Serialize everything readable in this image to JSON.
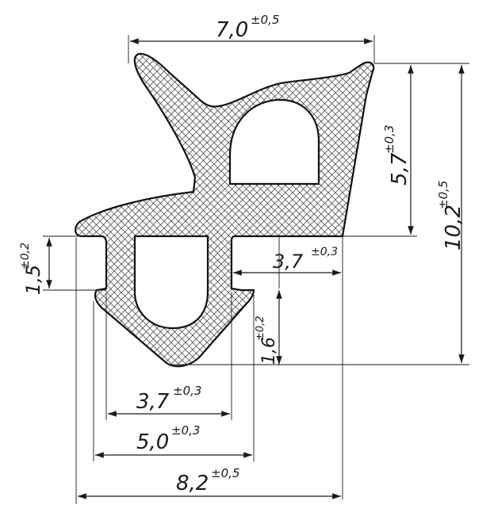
{
  "drawing": {
    "dims": {
      "width_top": {
        "value": "7,0",
        "tol": "±0,5"
      },
      "height_total": {
        "value": "10,2",
        "tol": "±0,5"
      },
      "height_upper": {
        "value": "5,7",
        "tol": "±0,3"
      },
      "flange_right": {
        "value": "3,7",
        "tol": "±0,3"
      },
      "groove_left": {
        "value": "1,5",
        "tol": "±0,2"
      },
      "lip_depth": {
        "value": "1,6",
        "tol": "±0,2"
      },
      "inner_width": {
        "value": "3,7",
        "tol": "±0,3"
      },
      "mid_width": {
        "value": "5,0",
        "tol": "±0,3"
      },
      "base_width": {
        "value": "8,2",
        "tol": "±0,5"
      }
    }
  }
}
